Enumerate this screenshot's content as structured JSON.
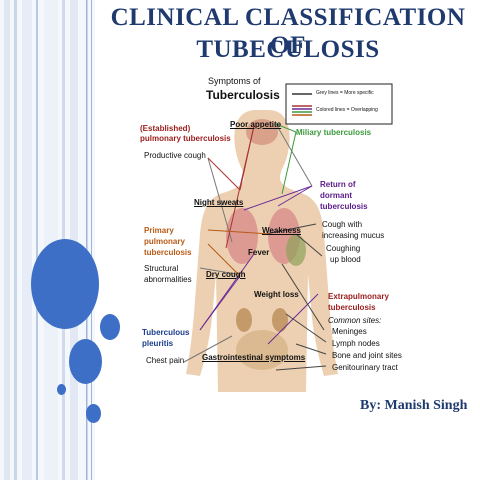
{
  "title": {
    "line1": "CLINICAL  CLASSIFICATION  OF",
    "line2": "TUBECULOSIS"
  },
  "diagram": {
    "heading_small": "Symptoms of",
    "heading_big": "Tuberculosis",
    "legend": {
      "grey": "Grey lines = More specific",
      "colored": "Colored lines = Overlapping"
    },
    "labels": {
      "established": "(Established)",
      "pulmonary_tb": "pulmonary tuberculosis",
      "productive_cough": "Productive cough",
      "poor_appetite": "Poor appetite",
      "miliary_tb": "Miliary tuberculosis",
      "return_of": "Return of",
      "dormant": "dormant",
      "tuberculosis": "tuberculosis",
      "night_sweats": "Night sweats",
      "primary": "Primary",
      "pulmonary": "pulmonary",
      "primary_tb": "tuberculosis",
      "weakness": "Weakness",
      "cough_with": "Cough with",
      "increasing_mucus": "increasing mucus",
      "coughing": "Coughing",
      "up_blood": "up blood",
      "fever": "Fever",
      "structural": "Structural",
      "abnormalities": "abnormalities",
      "dry_cough": "Dry cough",
      "weight_loss": "Weight loss",
      "extrapulmonary": "Extrapulmonary",
      "extra_tb": "tuberculosis",
      "common_sites": "Common sites:",
      "meninges": "Meninges",
      "lymph_nodes": "Lymph nodes",
      "bone_joint": "Bone and joint sites",
      "genitourinary": "Genitourinary tract",
      "tuberculous": "Tuberculous",
      "pleuritis": "pleuritis",
      "chest_pain": "Chest pain",
      "gi_symptoms": "Gastrointestinal symptoms"
    }
  },
  "byline": "By: Manish Singh",
  "colors": {
    "title": "#1f3a6e",
    "dots": "#3d6fc6",
    "skin": "#e9c8a3"
  }
}
